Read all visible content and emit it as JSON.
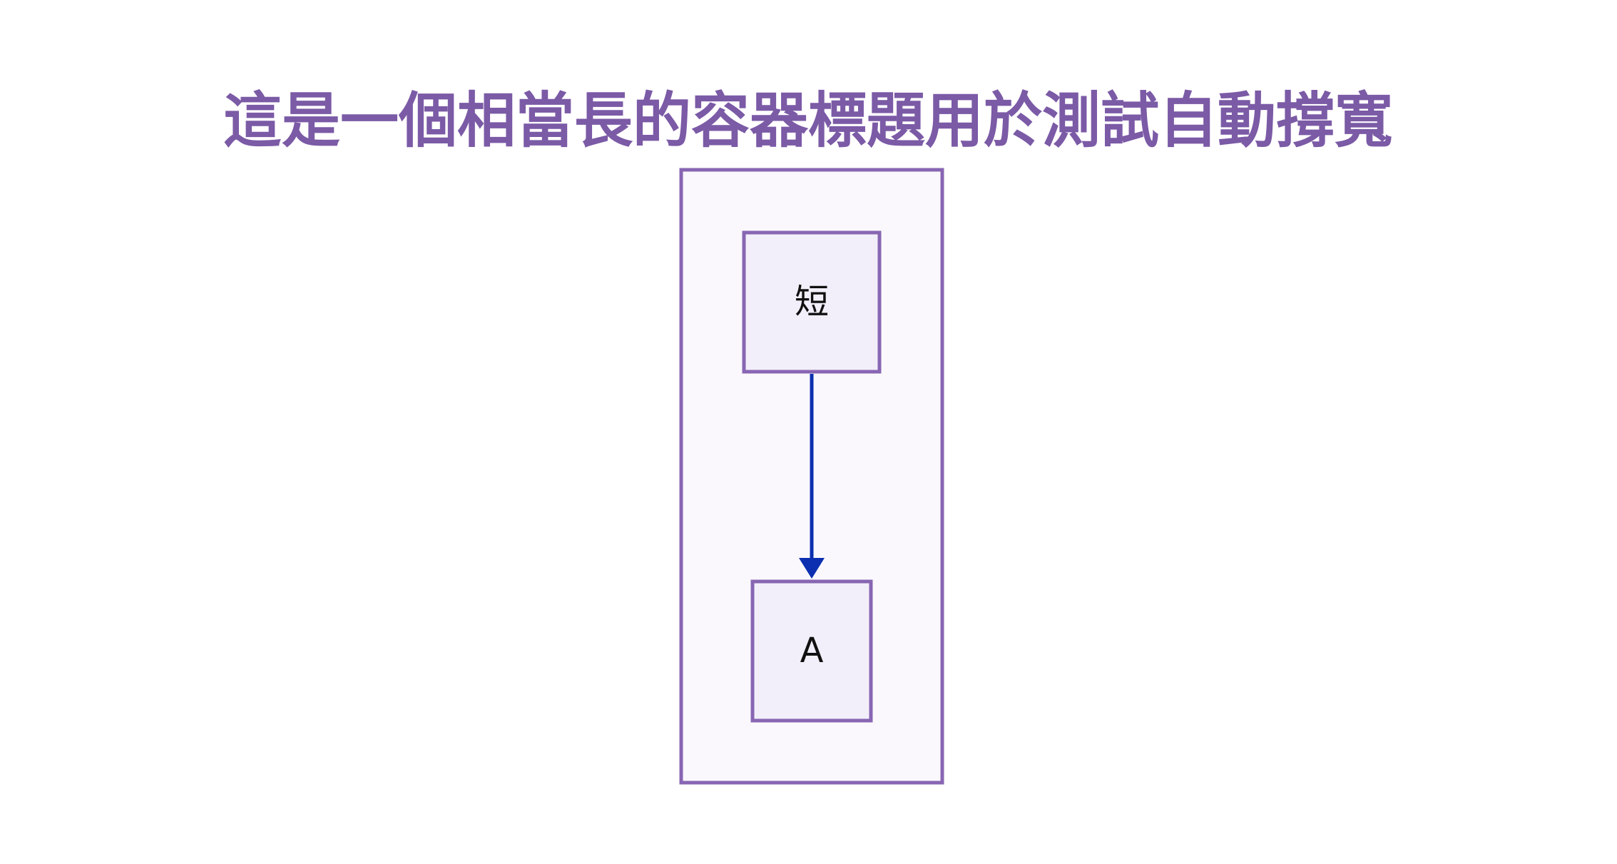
{
  "diagram": {
    "container": {
      "title": "這是一個相當長的容器標題用於測試自動撐寬"
    },
    "nodes": [
      {
        "id": "short",
        "label": "短"
      },
      {
        "id": "a",
        "label": "A"
      }
    ],
    "edges": [
      {
        "from": "short",
        "to": "a"
      }
    ]
  },
  "colors": {
    "title": "#7b5aa6",
    "container_fill": "#faf8fc",
    "container_stroke": "#8866b3",
    "node_fill": "#f2effa",
    "node_stroke": "#8866b3",
    "node_text": "#111111",
    "edge": "#0b2fb0"
  }
}
